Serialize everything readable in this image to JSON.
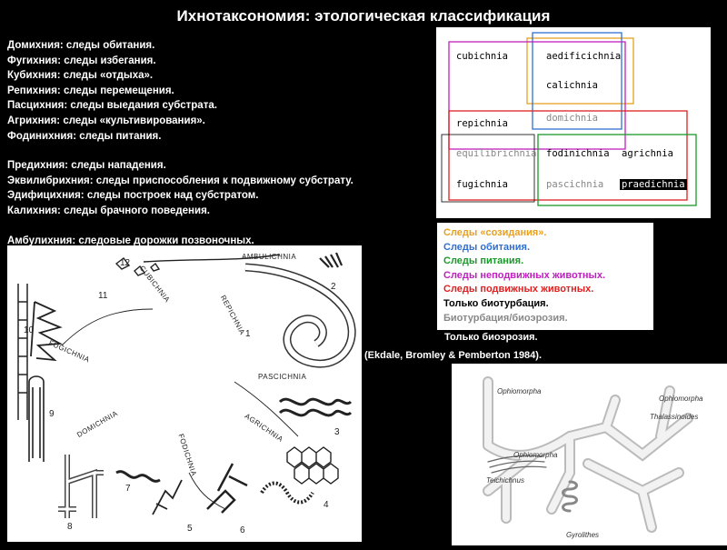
{
  "title": "Ихнотаксономия: этологическая классификация",
  "definitions": [
    "Домихния: следы обитания.",
    "Фугихния: следы избегания.",
    "Кубихния: следы «отдыха».",
    "Репихния: следы перемещения.",
    "Пасцихния: следы выедания субстрата.",
    "Агрихния: следы «культивирования».",
    "Фодинихния: следы питания.",
    "",
    "Предихния: следы нападения.",
    "Эквилибрихния: следы приспособления к подвижному субстрату.",
    "Эдифицихния: следы построек над субстратом.",
    "Калихния: следы брачного поведения.",
    "",
    "Амбулихния: следовые дорожки позвоночных."
  ],
  "box_labels": {
    "cubichnia": "cubichnia",
    "aedificichnia": "aedificichnia",
    "calichnia": "calichnia",
    "domichnia": "domichnia",
    "repichnia": "repichnia",
    "equilibrichnia": "equilibrichnia",
    "fodinichnia": "fodinichnia",
    "agrichnia": "agrichnia",
    "fugichnia": "fugichnia",
    "pascichnia": "pascichnia",
    "praedichnia": "praedichnia"
  },
  "colors": {
    "creation": "#e8a020",
    "dwelling": "#2f6fd0",
    "feeding": "#1a9a2a",
    "sessile": "#c020c0",
    "mobile": "#e02020",
    "bioturbation": "#000000",
    "bioturbation_bioerosion": "#888888"
  },
  "legend": [
    {
      "text": "Следы «созидания».",
      "color": "#e8a020"
    },
    {
      "text": "Следы обитания.",
      "color": "#2f6fd0"
    },
    {
      "text": "Следы питания.",
      "color": "#1a9a2a"
    },
    {
      "text": "Следы неподвижных животных.",
      "color": "#c020c0"
    },
    {
      "text": "Следы подвижных животных.",
      "color": "#e02020"
    },
    {
      "text": "Только биотурбация.",
      "color": "#000000"
    },
    {
      "text": "Биотурбация/биоэрозия.",
      "color": "#888888"
    }
  ],
  "bioerosion_only": "Только биоэрозия.",
  "citation": "(Ekdale, Bromley & Pemberton 1984).",
  "left_figure": {
    "labels": {
      "ambulichnia": "AMBULICHNIA",
      "cubichnia": "CUBICHNIA",
      "repichnia": "REPICHNIA",
      "fugichnia": "FUGICHNIA",
      "pascichnia": "PASCICHNIA",
      "domichnia": "DOMICHNIA",
      "agrichnia": "AGRICHNIA",
      "fodichnia": "FODICHNIA"
    },
    "numbers": [
      "12",
      "11",
      "10",
      "9",
      "1",
      "2",
      "3",
      "4",
      "5",
      "6",
      "7",
      "8"
    ]
  },
  "right_figure": {
    "tags": [
      "Ophiomorpha",
      "Ophiomorpha",
      "Thalassinoides",
      "Ophiomorpha",
      "Teichichnus",
      "Gyrolithes"
    ]
  }
}
